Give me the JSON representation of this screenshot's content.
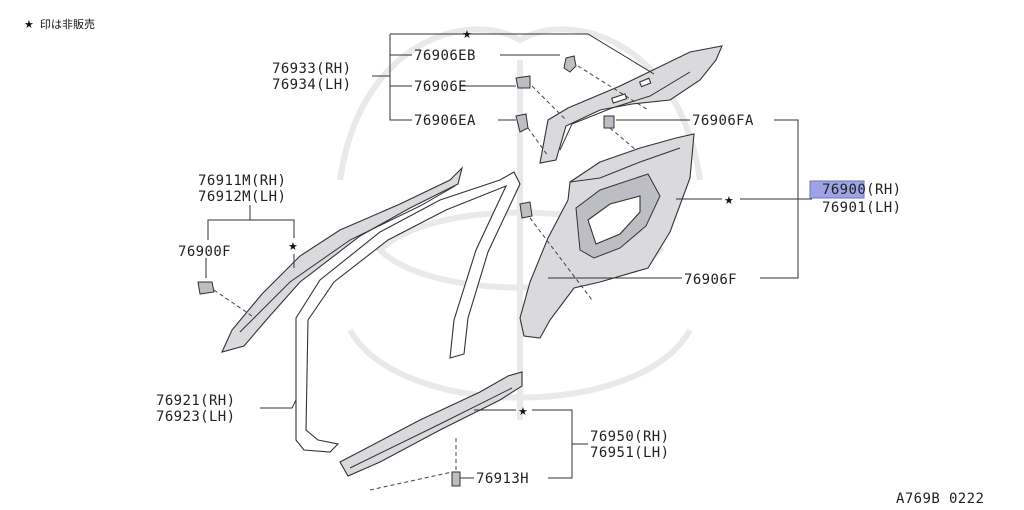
{
  "legend": {
    "symbol": "★",
    "text": "印は非販売"
  },
  "figure_code": "A769B 0222",
  "labels": {
    "p76933": "76933(RH)",
    "p76934": "76934(LH)",
    "p76906EB": "76906EB",
    "p76906E": "76906E",
    "p76906EA": "76906EA",
    "p76906FA": "76906FA",
    "p76900_prefix": "76900",
    "p76900_suffix": "(RH)",
    "p76901": "76901(LH)",
    "p76906F": "76906F",
    "p76911M": "76911M(RH)",
    "p76912M": "76912M(LH)",
    "p76900F": "76900F",
    "p76921": "76921(RH)",
    "p76923": "76923(LH)",
    "p76950": "76950(RH)",
    "p76951": "76951(LH)",
    "p76913H": "76913H"
  },
  "highlight_color": "#9ea3e6",
  "star": "★"
}
